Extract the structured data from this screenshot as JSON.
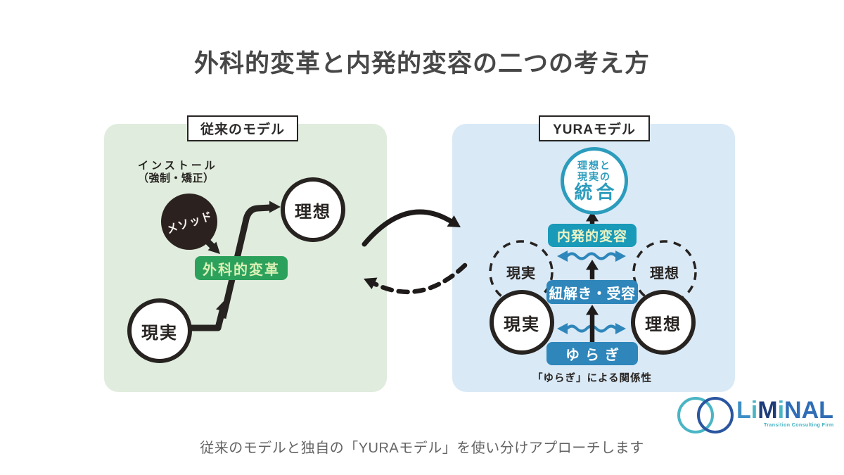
{
  "title": "外科的変革と内発的変容の二つの考え方",
  "footer_caption": "従来のモデルと独自の「YURAモデル」を使い分けアプローチします",
  "colors": {
    "left_panel_bg": "#e0ecdd",
    "right_panel_bg": "#d9e9f6",
    "green_accent": "#2ba15c",
    "teal_accent": "#199ab8",
    "blue_accent": "#2e86ba",
    "ink": "#272321",
    "title_gray": "#474747",
    "caption_gray": "#646464"
  },
  "left_model": {
    "header": "従来のモデル",
    "install_line1": "インストール",
    "install_line2": "（強制・矯正）",
    "method": "メソッド",
    "ideal": "理想",
    "reality": "現実",
    "transform_label": "外科的変革"
  },
  "right_model": {
    "header": "YURAモデル",
    "integration_line1": "理想と",
    "integration_line2": "現実の",
    "integration_line3": "統合",
    "inner_transform_label": "内発的変容",
    "dashed_reality": "現実",
    "dashed_ideal": "理想",
    "unravel_label": "紐解き・受容",
    "reality": "現実",
    "ideal": "理想",
    "yuragi_label": "ゆらぎ",
    "relationship_caption": "「ゆらぎ」による関係性"
  },
  "logo": {
    "letters": [
      {
        "ch": "L",
        "color": "#3f8fc4"
      },
      {
        "ch": "i",
        "color": "#4ab5c4"
      },
      {
        "ch": "M",
        "color": "#1d3c78"
      },
      {
        "ch": "i",
        "color": "#4ab5c4"
      },
      {
        "ch": "N",
        "color": "#2f6db6"
      },
      {
        "ch": "A",
        "color": "#2f6db6"
      },
      {
        "ch": "L",
        "color": "#2f6db6"
      }
    ],
    "tagline": "Transition Consulting Firm"
  }
}
